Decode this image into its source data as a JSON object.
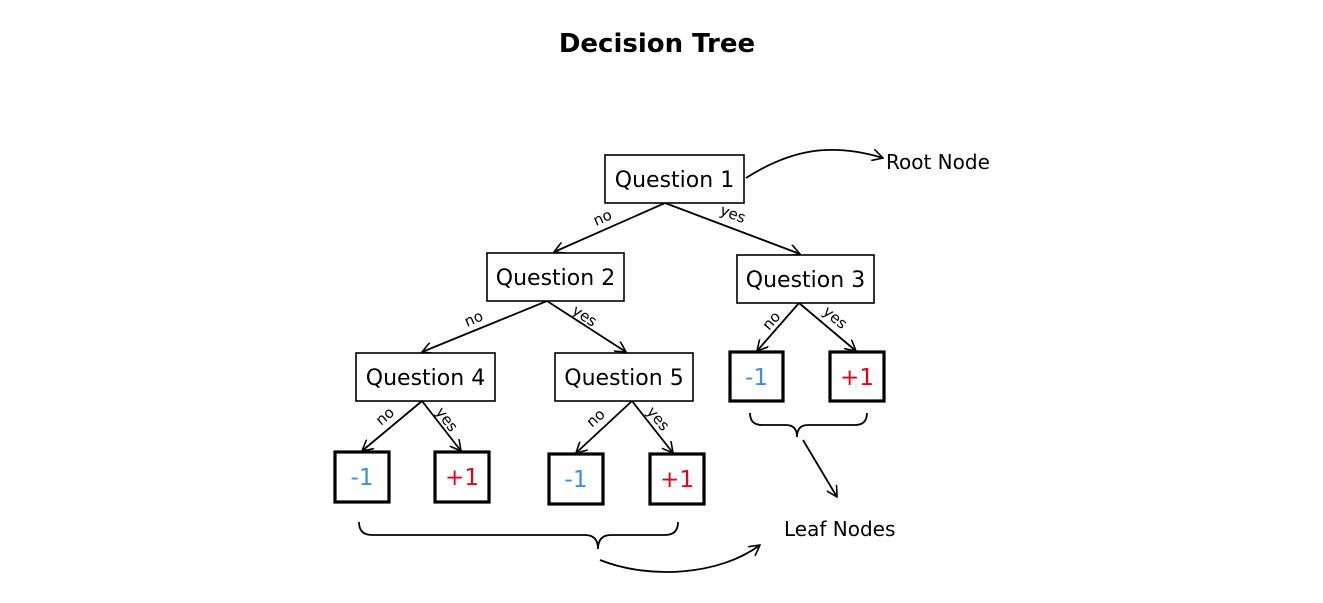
{
  "title": "Decision Tree",
  "questions": {
    "q1": "Question 1",
    "q2": "Question 2",
    "q3": "Question 3",
    "q4": "Question 4",
    "q5": "Question 5"
  },
  "edge_labels": {
    "no": "no",
    "yes": "yes"
  },
  "leaves": {
    "negative": "-1",
    "positive": "+1"
  },
  "annotations": {
    "root": "Root Node",
    "leaf": "Leaf Nodes"
  },
  "colors": {
    "negative": "#3d8fdb",
    "positive": "#e3001b",
    "line": "#000000"
  }
}
